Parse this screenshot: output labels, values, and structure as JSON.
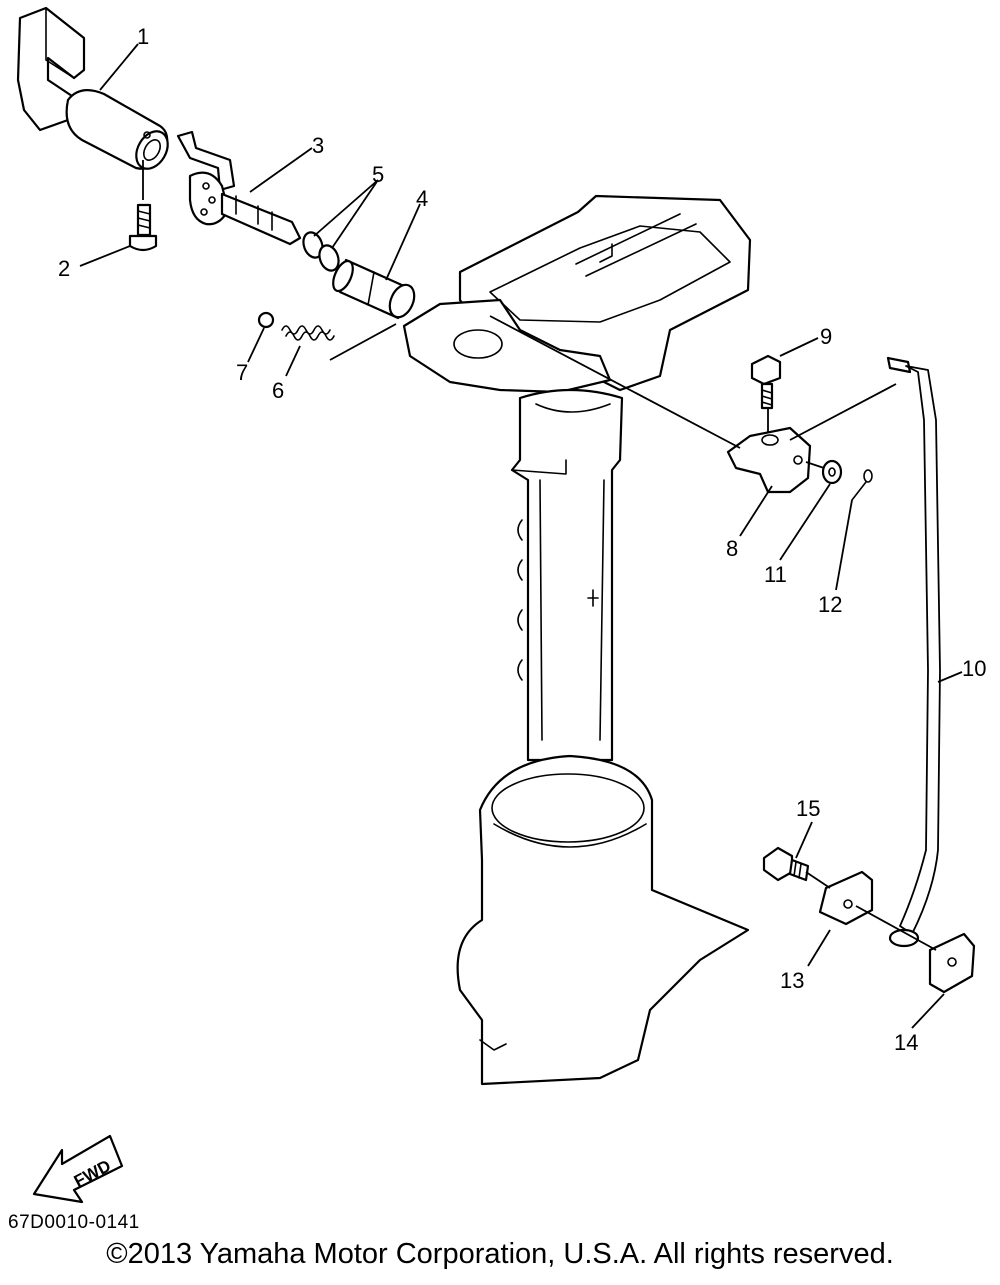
{
  "callouts": [
    {
      "id": "1",
      "label": "1"
    },
    {
      "id": "2",
      "label": "2"
    },
    {
      "id": "3",
      "label": "3"
    },
    {
      "id": "4",
      "label": "4"
    },
    {
      "id": "5",
      "label": "5"
    },
    {
      "id": "6",
      "label": "6"
    },
    {
      "id": "7",
      "label": "7"
    },
    {
      "id": "8",
      "label": "8"
    },
    {
      "id": "9",
      "label": "9"
    },
    {
      "id": "10",
      "label": "10"
    },
    {
      "id": "11",
      "label": "11"
    },
    {
      "id": "12",
      "label": "12"
    },
    {
      "id": "13",
      "label": "13"
    },
    {
      "id": "14",
      "label": "14"
    },
    {
      "id": "15",
      "label": "15"
    }
  ],
  "fwd_label": "FWD",
  "diagram_code": "67D0010-0141",
  "copyright": "©2013 Yamaha Motor Corporation, U.S.A. All rights reserved."
}
